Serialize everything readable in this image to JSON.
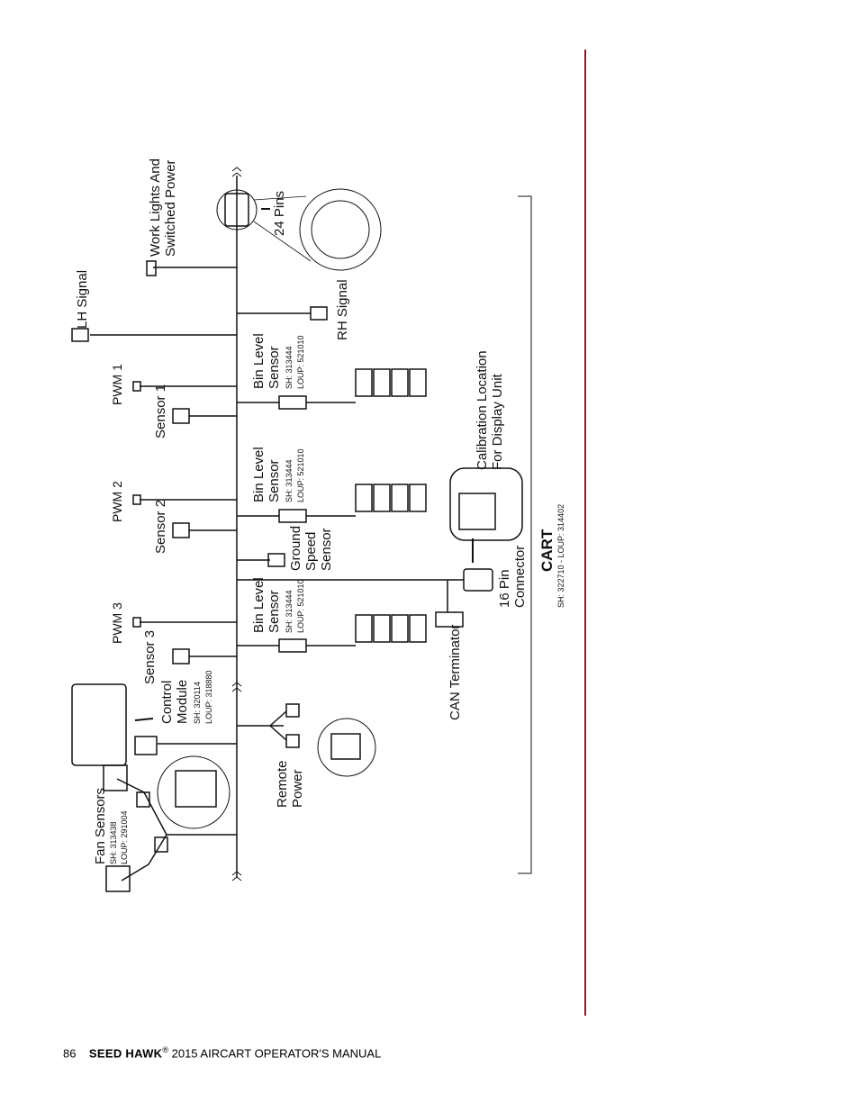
{
  "labels": {
    "lh_signal": "LH Signal",
    "work_lights_1": "Work Lights And",
    "work_lights_2": "Switched Power",
    "pins24": "24 Pins",
    "rh_signal": "RH Signal",
    "pwm1": "PWM 1",
    "pwm2": "PWM 2",
    "pwm3": "PWM 3",
    "sensor1": "Sensor 1",
    "sensor2": "Sensor 2",
    "sensor3": "Sensor 3",
    "bin_level_1": "Bin Level",
    "bin_level_2": "Sensor",
    "bin_level_sh": "SH: 313444",
    "bin_level_loup": "LOUP: 521010",
    "ground_speed_1": "Ground",
    "ground_speed_2": "Speed",
    "ground_speed_3": "Sensor",
    "calibration_1": "Calibration Location",
    "calibration_2": "For Display Unit",
    "pin16_1": "16 Pin",
    "pin16_2": "Connector",
    "cart": "CART",
    "cart_parts": "SH: 322710  -  LOUP: 314402",
    "can_terminator": "CAN Terminator",
    "control_module_1": "Control",
    "control_module_2": "Module",
    "control_module_sh": "SH: 320114",
    "control_module_loup": "LOUP: 318880",
    "remote_power_1": "Remote",
    "remote_power_2": "Power",
    "fan_sensors": "Fan Sensors",
    "fan_sh": "SH: 313438",
    "fan_loup": "LOUP: 291004"
  },
  "footer": {
    "page_number": "86",
    "brand": "SEED HAWK",
    "registered": "®",
    "title": " 2015 AIRCART OPERATOR'S MANUAL"
  },
  "colors": {
    "accent_rule": "#7a1f2b",
    "line": "#111111"
  }
}
